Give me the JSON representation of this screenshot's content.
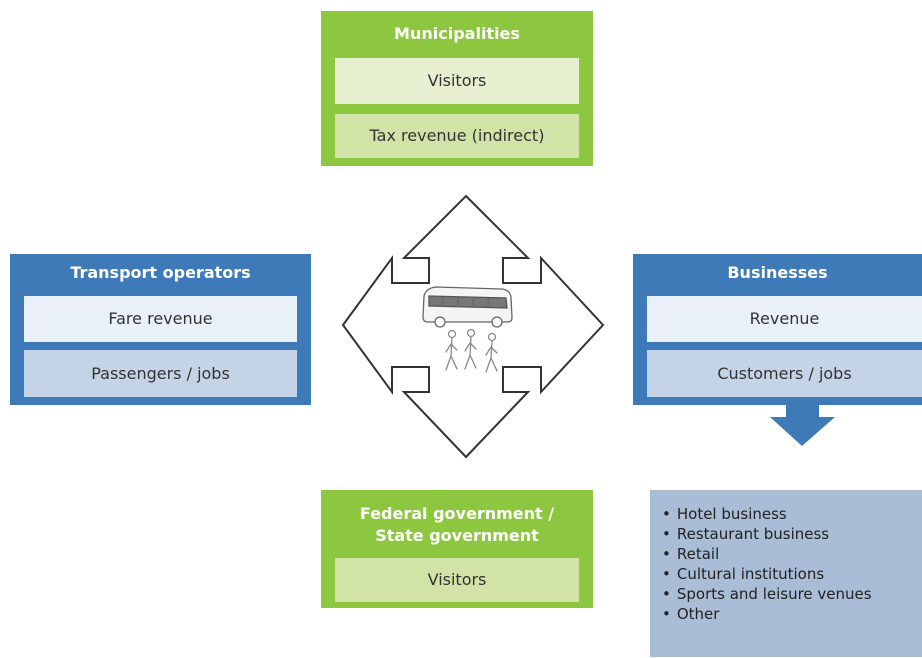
{
  "municipalities": {
    "title": "Municipalities",
    "rows": [
      "Visitors",
      "Tax revenue (indirect)"
    ]
  },
  "transport_operators": {
    "title": "Transport operators",
    "rows": [
      "Fare revenue",
      "Passengers / jobs"
    ]
  },
  "businesses": {
    "title": "Businesses",
    "rows": [
      "Revenue",
      "Customers / jobs"
    ]
  },
  "federal_government": {
    "title_line1": "Federal government /",
    "title_line2": "State government",
    "rows": [
      "Visitors"
    ]
  },
  "business_types": {
    "bullet": "•",
    "items": [
      "Hotel business",
      "Restaurant business",
      "Retail",
      "Cultural institutions",
      "Sports and leisure venues",
      "Other"
    ]
  },
  "center_icon": "bus-with-walking-people-icon",
  "colors": {
    "green": "#8dc63f",
    "blue": "#3e7ab8",
    "list_background": "#a9bdd6"
  }
}
